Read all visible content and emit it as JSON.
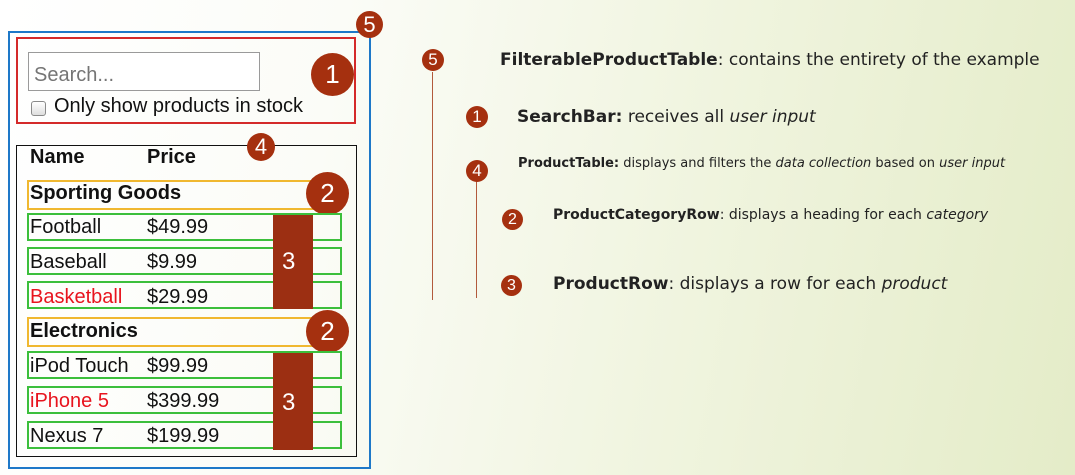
{
  "mockup": {
    "search_placeholder": "Search...",
    "checkbox_label": "Only show products in stock",
    "headers": {
      "name": "Name",
      "price": "Price"
    },
    "categories": [
      {
        "name": "Sporting Goods",
        "products": [
          {
            "name": "Football",
            "price": "$49.99",
            "in_stock": true
          },
          {
            "name": "Baseball",
            "price": "$9.99",
            "in_stock": true
          },
          {
            "name": "Basketball",
            "price": "$29.99",
            "in_stock": false
          }
        ]
      },
      {
        "name": "Electronics",
        "products": [
          {
            "name": "iPod Touch",
            "price": "$99.99",
            "in_stock": true
          },
          {
            "name": "iPhone 5",
            "price": "$399.99",
            "in_stock": false
          },
          {
            "name": "Nexus 7",
            "price": "$199.99",
            "in_stock": true
          }
        ]
      }
    ]
  },
  "badges": {
    "filterable": "5",
    "searchbar": "1",
    "producttable": "4",
    "categoryrow": "2",
    "productrow": "3"
  },
  "legend": {
    "filterable": {
      "name": "FilterableProductTable",
      "sep": ":",
      "desc": " contains the entirety of the example"
    },
    "searchbar": {
      "name": "SearchBar:",
      "desc_plain": " receives all ",
      "desc_italic": "user input"
    },
    "producttable": {
      "name": "ProductTable:",
      "desc1": " displays and filters the ",
      "italic1": "data collection",
      "desc2": " based on ",
      "italic2": "user input"
    },
    "categoryrow": {
      "name": "ProductCategoryRow",
      "desc": ": displays a heading for each ",
      "italic": "category"
    },
    "productrow": {
      "name": "ProductRow",
      "desc": ": displays a row for each ",
      "italic": "product"
    }
  },
  "colors": {
    "outer_component": "#1e78c8",
    "searchbar_component": "#d42a2a",
    "producttable_component": "#111111",
    "categoryrow_component": "#f0b830",
    "productrow_component": "#3cbf3c",
    "badge": "#a5300f",
    "out_of_stock_text": "#e8141e"
  }
}
